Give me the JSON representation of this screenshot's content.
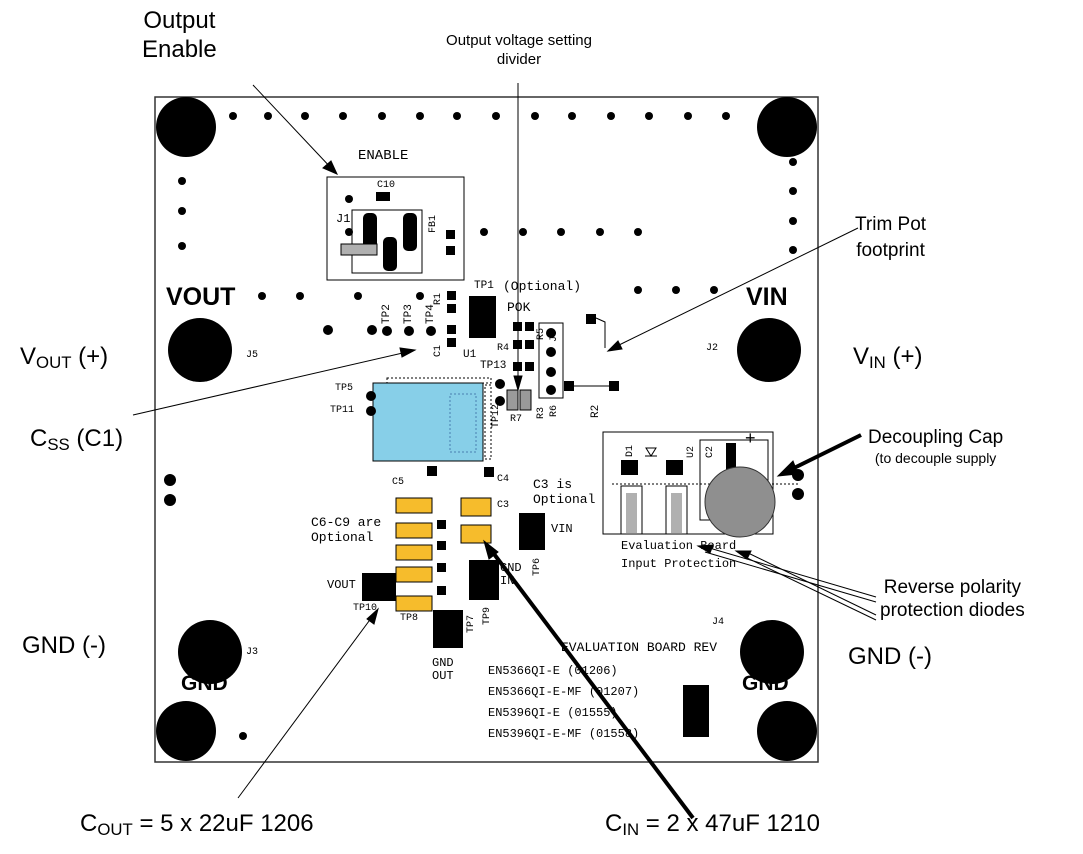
{
  "annotations": {
    "output_enable": [
      "Output",
      "Enable"
    ],
    "divider": [
      "Output voltage setting",
      "divider"
    ],
    "trim_pot": [
      "Trim Pot",
      "footprint"
    ],
    "vout_plus": {
      "main": "V",
      "sub": "OUT",
      "rest": " (+)"
    },
    "vin_plus": {
      "main": "V",
      "sub": "IN",
      "rest": " (+)"
    },
    "css": {
      "main": "C",
      "sub": "SS",
      "rest": " (C1)"
    },
    "decoupling": [
      "Decoupling Cap",
      "(to decouple supply"
    ],
    "reverse": [
      "Reverse polarity",
      "protection diodes"
    ],
    "gnd_left": "GND (-)",
    "gnd_right": "GND (-)",
    "cout": {
      "main": "C",
      "sub": "OUT",
      "rest": " = 5 x 22uF 1206"
    },
    "cin": {
      "main": "C",
      "sub": "IN",
      "rest": " = 2 x 47uF 1210"
    }
  },
  "board": {
    "enable": "ENABLE",
    "c10": "C10",
    "j1": "J1",
    "fb1": "FB1",
    "vout": "VOUT",
    "vin": "VIN",
    "gnd_l": "GND",
    "gnd_r": "GND",
    "j5": "J5",
    "j2": "J2",
    "j3": "J3",
    "j4": "J4",
    "tp1": "TP1",
    "optional": "(Optional)",
    "pok": "POK",
    "tp2": "TP2",
    "tp3": "TP3",
    "tp4": "TP4",
    "r1": "R1",
    "c1": "C1",
    "u1": "U1",
    "tp5": "TP5",
    "tp11": "TP11",
    "tp13": "TP13",
    "tp12": "TP12",
    "r4": "R4",
    "r5": "R5",
    "r6": "R6",
    "r3": "R3",
    "r7": "R7",
    "r2": "R2",
    "j6": "J6",
    "c5": "C5",
    "c4": "C4",
    "c3": "C3",
    "c3_opt": [
      "C3 is",
      "Optional"
    ],
    "c6c9": [
      "C6-C9 are",
      "Optional"
    ],
    "vin_tp": "VIN",
    "tp6": "TP6",
    "vout_tp": "VOUT",
    "tp10": "TP10",
    "tp8": "TP8",
    "tp9": "TP9",
    "tp7": "TP7",
    "gnd_in": [
      "GND",
      "IN"
    ],
    "gnd_out": [
      "GND",
      "OUT"
    ],
    "d1": "D1",
    "u2": "U2",
    "c2": "C2",
    "plus": "+",
    "eval": "Evaluation Board",
    "input_prot": "Input Protection",
    "rev_title": "EVALUATION BOARD REV",
    "rev_lines": [
      "EN5366QI-E (01206)",
      "EN5366QI-E-MF (01207)",
      "EN5396QI-E (01555)",
      "EN5396QI-E-MF (01558)"
    ]
  }
}
